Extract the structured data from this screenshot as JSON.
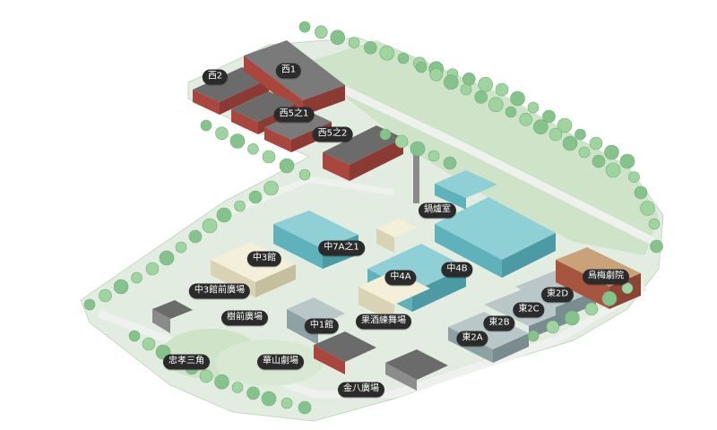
{
  "colors": {
    "ground": "#e3ece0",
    "lawn": "#cfe3c8",
    "road": "#eef1ee",
    "tree": "#9fd3a0",
    "tree_dark": "#86c38c",
    "brick_roof": "#6b6b6b",
    "brick_wall": "#a9473f",
    "glass_roof": "#8fd0d6",
    "glass_wall": "#5fb1bb",
    "cream_roof": "#f4efd9",
    "cream_wall": "#d9d2b5",
    "grey_roof": "#b9c7c9",
    "grey_wall": "#8ea1a4",
    "label_bg": "#2b2b2b",
    "label_text": "#ffffff"
  },
  "labels": {
    "west2": "西2",
    "west1": "西1",
    "west5_1": "西5之1",
    "west5_2": "西5之2",
    "boiler_room": "鍋爐室",
    "central7a_1": "中7A之1",
    "central3": "中3館",
    "central3_plaza": "中3館前廣場",
    "tree_plaza": "樹前廣場",
    "central4a": "中4A",
    "central4b": "中4B",
    "central1": "中1館",
    "fruit_wine_hall": "果酒練舞場",
    "wumei_theater": "烏梅劇院",
    "east2d": "東2D",
    "east2c": "東2C",
    "east2b": "東2B",
    "east2a": "東2A",
    "zhongxiao_triangle": "忠孝三角",
    "huashan_theater": "華山劇場",
    "jinba_plaza": "金八廣場"
  }
}
